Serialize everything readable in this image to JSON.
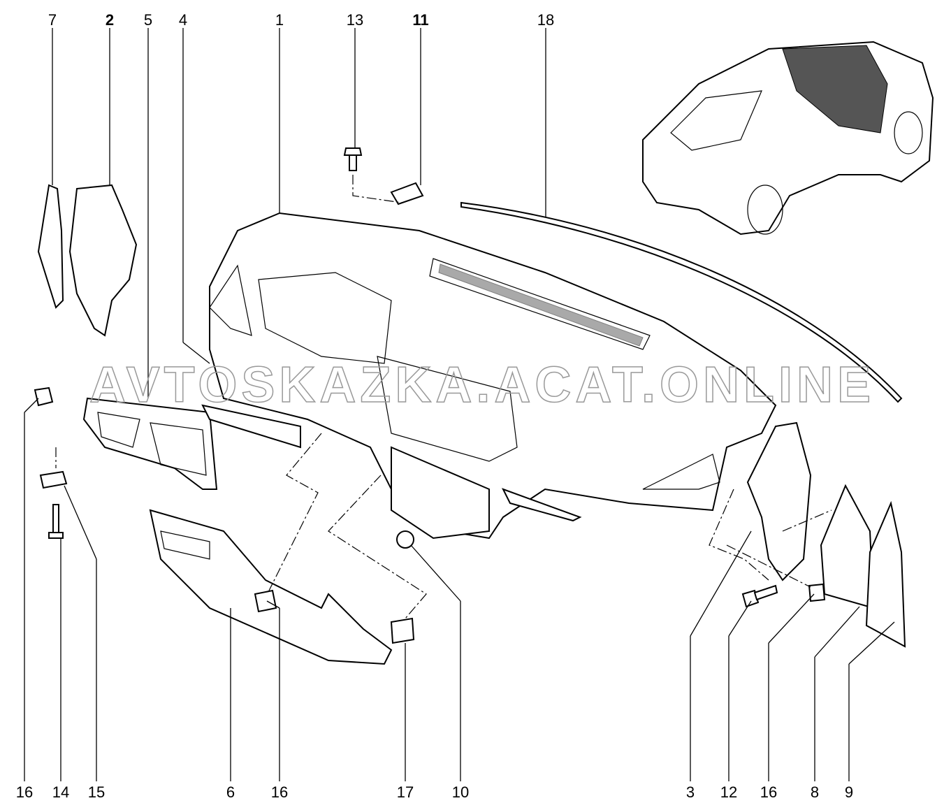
{
  "diagram": {
    "title": "Instrument panel assembly",
    "watermark": "AVTOSKAZKA.ACAT.ONLINE",
    "top_callouts": [
      "7",
      "2",
      "5",
      "4",
      "1",
      "13",
      "11",
      "18"
    ],
    "bottom_callouts": [
      "16",
      "14",
      "15",
      "6",
      "16",
      "17",
      "10",
      "3",
      "12",
      "16",
      "8",
      "9"
    ]
  }
}
